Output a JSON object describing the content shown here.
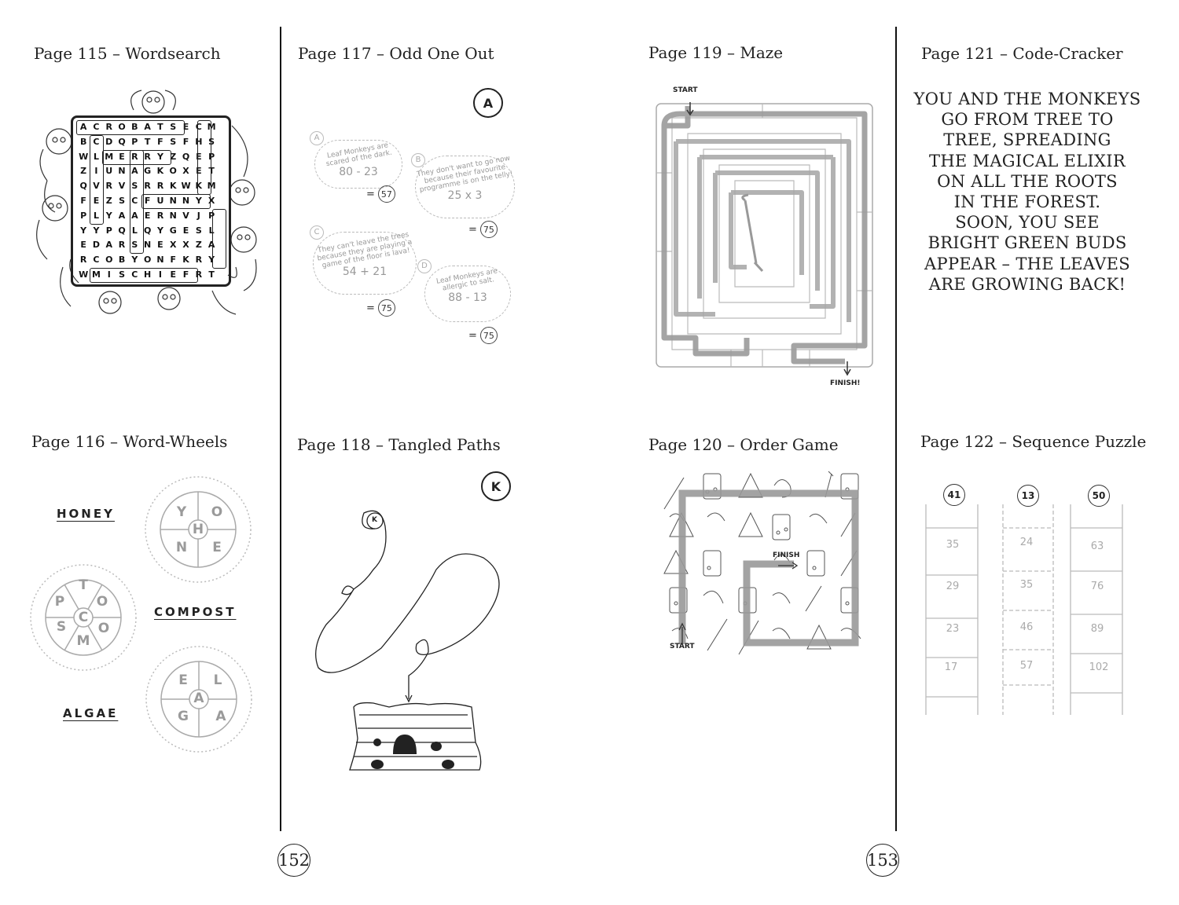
{
  "sections": {
    "p115": {
      "title": "Page 115 – Wordsearch"
    },
    "p116": {
      "title": "Page 116 – Word-Wheels"
    },
    "p117": {
      "title": "Page 117 – Odd One Out"
    },
    "p118": {
      "title": "Page 118 – Tangled Paths"
    },
    "p119": {
      "title": "Page 119 – Maze"
    },
    "p120": {
      "title": "Page 120 – Order Game"
    },
    "p121": {
      "title": "Page 121 – Code-Cracker"
    },
    "p122": {
      "title": "Page 122 – Sequence Puzzle"
    }
  },
  "wordsearch": {
    "rows": [
      "ACROBATSECM",
      "BCDQPTFSFHS",
      "WLMERRYZQEP",
      "ZIUNAGKOXET",
      "QVRVSRRKWKM",
      "FEZSCFUNNYX",
      "PLYAAERNVJP",
      "YYPQLQYGESL",
      "EDARSNEXXZA",
      "RCOBYONFKRY",
      "WMISCHIEFRT"
    ]
  },
  "odd_one_out": {
    "answer": "A",
    "options": [
      {
        "letter": "A",
        "clue": "Leaf Monkeys are scared of the dark.",
        "sum": "80 - 23",
        "result": "57"
      },
      {
        "letter": "B",
        "clue": "They don't want to go now because their favourite programme is on the telly!",
        "sum": "25 x 3",
        "result": "75"
      },
      {
        "letter": "C",
        "clue": "They can't leave the trees because they are playing a game of the floor is lava!",
        "sum": "54 + 21",
        "result": "75"
      },
      {
        "letter": "D",
        "clue": "Leaf Monkeys are allergic to salt.",
        "sum": "88 - 13",
        "result": "75"
      }
    ],
    "equals": "="
  },
  "maze": {
    "start": "START",
    "finish": "FINISH!"
  },
  "order_game": {
    "start": "START",
    "finish": "FINISH"
  },
  "tangled_paths": {
    "answer": "K",
    "start_label": "K"
  },
  "code_cracker": {
    "lines": [
      "YOU AND THE MONKEYS",
      "GO FROM TREE TO",
      "TREE, SPREADING",
      "THE MAGICAL ELIXIR",
      "ON ALL THE ROOTS",
      "IN THE FOREST.",
      "SOON, YOU SEE",
      "BRIGHT GREEN BUDS",
      "APPEAR – THE  LEAVES",
      "ARE GROWING BACK!"
    ]
  },
  "word_wheels": {
    "words": [
      "HONEY",
      "COMPOST",
      "ALGAE"
    ],
    "wheel1": {
      "center": "H",
      "letters": [
        "Y",
        "O",
        "N",
        "E"
      ]
    },
    "wheel2": {
      "center": "C",
      "letters": [
        "T",
        "O",
        "P",
        "O",
        "S",
        "M"
      ]
    },
    "wheel3": {
      "center": "A",
      "letters": [
        "E",
        "L",
        "G",
        "A"
      ]
    }
  },
  "sequence": {
    "tops": [
      "41",
      "13",
      "50"
    ],
    "col1": [
      "35",
      "29",
      "23",
      "17"
    ],
    "col2": [
      "24",
      "35",
      "46",
      "57"
    ],
    "col3": [
      "63",
      "76",
      "89",
      "102"
    ]
  },
  "page_numbers": {
    "left": "152",
    "right": "153"
  }
}
